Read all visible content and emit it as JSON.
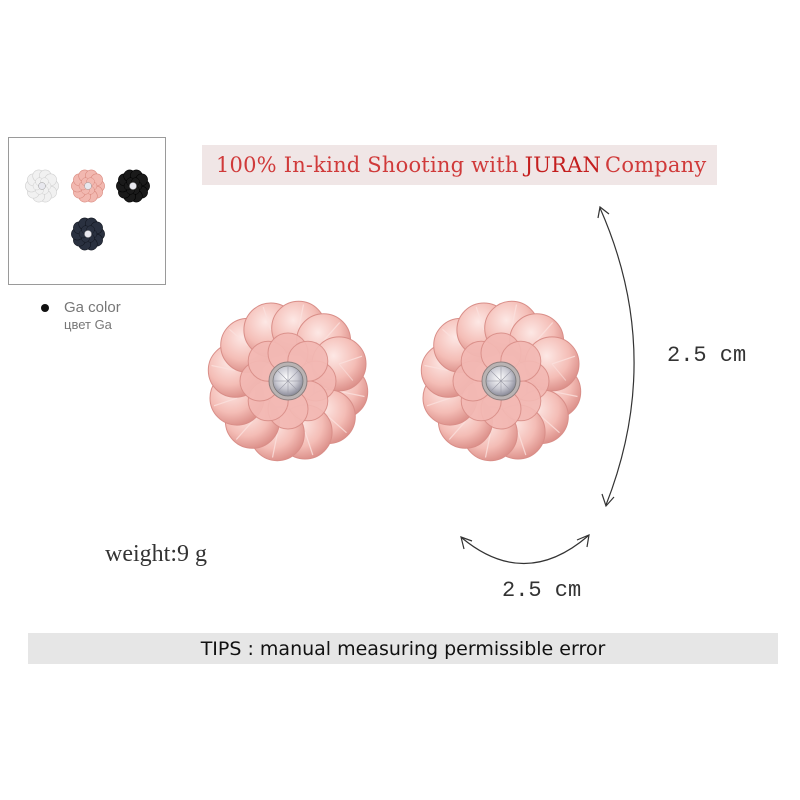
{
  "banner": {
    "prefix": "100% In-kind Shooting with",
    "brand": "JURAN",
    "suffix": "Company"
  },
  "variants": {
    "caption_en": "Ga color",
    "caption_ru": "цвет Ga",
    "swatches": [
      {
        "name": "white",
        "petal": "#f1f1f1",
        "edge": "#cfcfcf"
      },
      {
        "name": "pink",
        "petal": "#f2b8b0",
        "edge": "#d9897e"
      },
      {
        "name": "black",
        "petal": "#1a1a1a",
        "edge": "#000000"
      },
      {
        "name": "dark-blue",
        "petal": "#2a3140",
        "edge": "#12161f"
      }
    ]
  },
  "product": {
    "petal_color": "#f3b9b4",
    "petal_edge": "#d98e88",
    "petal_light": "#fbe1de",
    "center_color": "#e9e9ee"
  },
  "measurements": {
    "height": "2.5 cm",
    "width": "2.5 cm",
    "weight": "weight:9 g"
  },
  "tips": "TIPS : manual measuring permissible error"
}
